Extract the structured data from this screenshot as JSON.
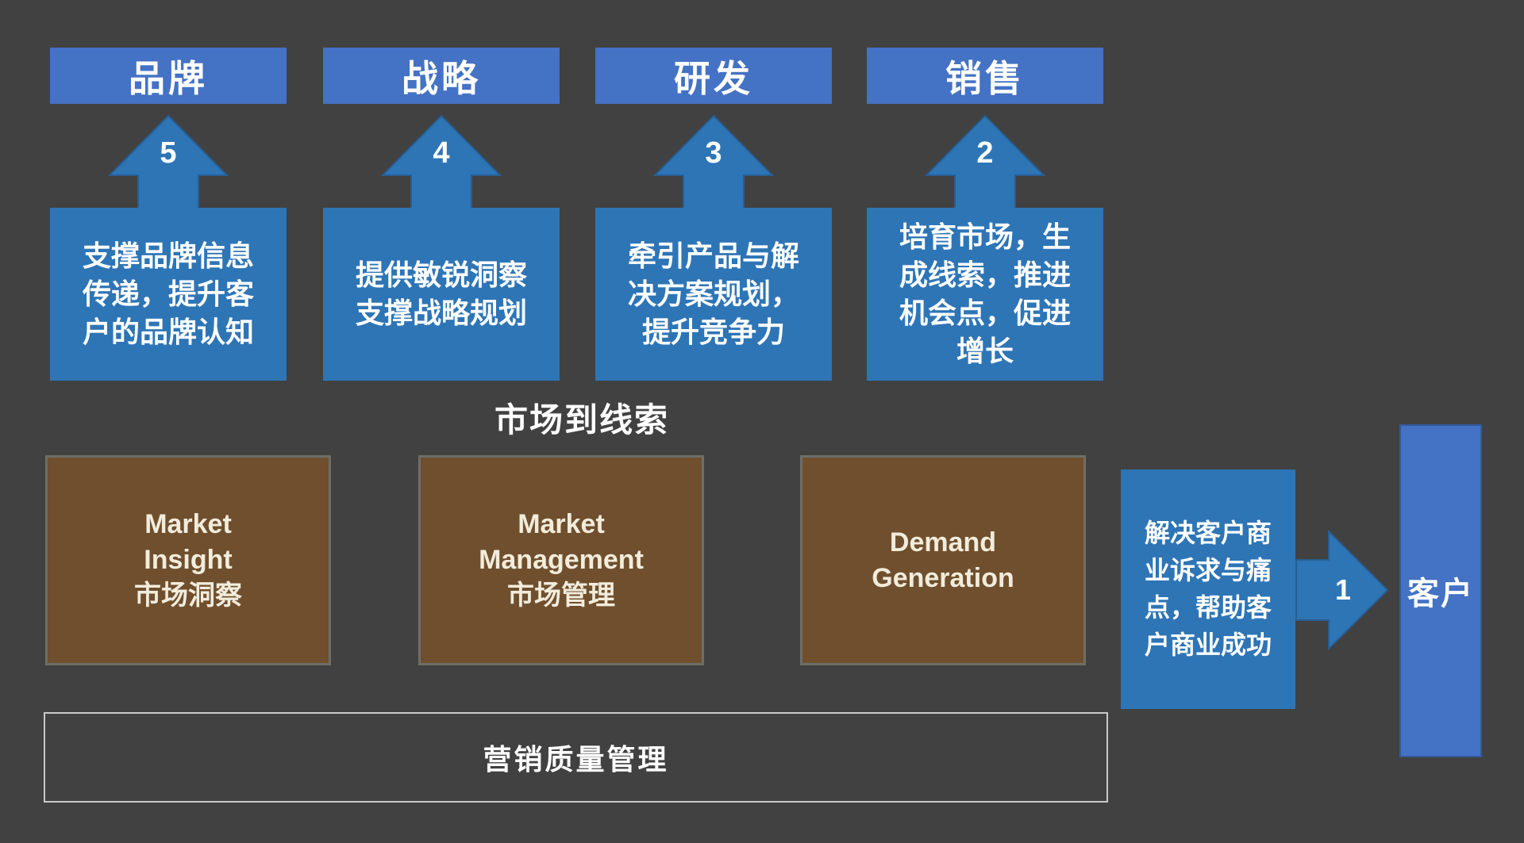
{
  "diagram_title": "市场到线索",
  "colors": {
    "background": "#414141",
    "header_blue": "#4472C4",
    "steel_blue": "#2E75B6",
    "brown": "#6F4F2D",
    "cream_text": "#F2ECDC",
    "bar_border": "#C9C9C9",
    "white_text": "#FFFFFF"
  },
  "columns": [
    {
      "header": "品牌",
      "number": "5",
      "description": "支撑品牌信息\n传递，提升客\n户的品牌认知"
    },
    {
      "header": "战略",
      "number": "4",
      "description": "提供敏锐洞察\n支撑战略规划"
    },
    {
      "header": "研发",
      "number": "3",
      "description": "牵引产品与解\n决方案规划，\n提升竞争力"
    },
    {
      "header": "销售",
      "number": "2",
      "description": "培育市场，生\n成线索，推进\n机会点，促进\n增长"
    }
  ],
  "mid_label": "市场到线索",
  "process_boxes": [
    {
      "title": "Market\nInsight\n市场洞察"
    },
    {
      "title": "Market\nManagement\n市场管理"
    },
    {
      "title": "Demand\nGeneration"
    }
  ],
  "outcome": {
    "text": "解决客户商\n业诉求与痛\n点，帮助客\n户商业成功",
    "arrow_number": "1",
    "customer_label": "客户"
  },
  "bottom_bar": {
    "label": "营销质量管理"
  }
}
